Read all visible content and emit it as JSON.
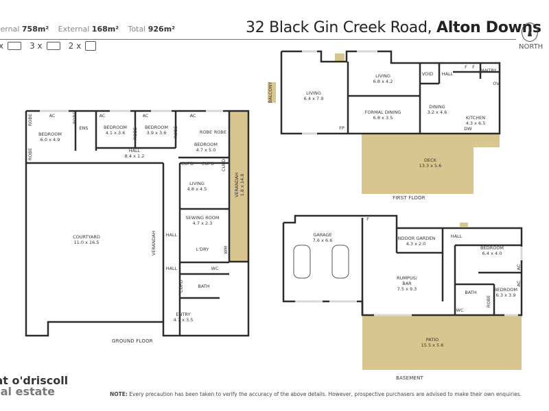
{
  "header": {
    "internal_label": "Internal",
    "internal_value": "758m²",
    "external_label": "External",
    "external_value": "168m²",
    "total_label": "Total",
    "total_value": "926m²",
    "address": "32 Black Gin Creek Road,",
    "suburb": "Alton Downs",
    "bedrooms": "x",
    "bathrooms": "3 x",
    "car_spaces": "2 x",
    "compass_label": "NORTH"
  },
  "floors": [
    {
      "name": "GROUND FLOOR",
      "labels": [
        {
          "t": "BEDROOM",
          "d": "6.0 x 4.9"
        },
        {
          "t": "ENS"
        },
        {
          "t": "BEDROOM",
          "d": "4.1 x 3.6"
        },
        {
          "t": "BEDROOM",
          "d": "3.9 x 3.6"
        },
        {
          "t": "BEDROOM",
          "d": "4.7 x 5.0"
        },
        {
          "t": "HALL",
          "d": "8.4 x 1.2"
        },
        {
          "t": "AC"
        },
        {
          "t": "AC"
        },
        {
          "t": "AC"
        },
        {
          "t": "AC"
        },
        {
          "t": "ROBE"
        },
        {
          "t": "ROBE"
        },
        {
          "t": "ROBE"
        },
        {
          "t": "ROBE"
        },
        {
          "t": "ROBE"
        },
        {
          "t": "ROBE"
        },
        {
          "t": "ROBE"
        },
        {
          "t": "CUPD"
        },
        {
          "t": "CUPD"
        },
        {
          "t": "CUPD"
        },
        {
          "t": "LIVING",
          "d": "4.8 x 4.5"
        },
        {
          "t": "VERANDAH",
          "d": "1.8 x 14.8"
        },
        {
          "t": "COURTYARD",
          "d": "11.0 x 16.5"
        },
        {
          "t": "VERANDAH"
        },
        {
          "t": "SEWING ROOM",
          "d": "4.7 x 2.3"
        },
        {
          "t": "HALL"
        },
        {
          "t": "L'DRY"
        },
        {
          "t": "WM"
        },
        {
          "t": "HALL"
        },
        {
          "t": "WC"
        },
        {
          "t": "CUPD"
        },
        {
          "t": "BATH"
        },
        {
          "t": "ENTRY",
          "d": "4.7 x 3.5"
        }
      ]
    },
    {
      "name": "FIRST FLOOR",
      "labels": [
        {
          "t": "LIVING",
          "d": "6.4 x 7.9"
        },
        {
          "t": "LIVING",
          "d": "6.8 x 4.2"
        },
        {
          "t": "VOID"
        },
        {
          "t": "HALL"
        },
        {
          "t": "F"
        },
        {
          "t": "F"
        },
        {
          "t": "PANTRY"
        },
        {
          "t": "OV"
        },
        {
          "t": "FORMAL DINING",
          "d": "6.8 x 3.5"
        },
        {
          "t": "FP"
        },
        {
          "t": "DINING",
          "d": "3.2 x 4.6"
        },
        {
          "t": "KITCHEN",
          "d": "4.3 x 6.5"
        },
        {
          "t": "DW"
        },
        {
          "t": "DECK",
          "d": "13.3 x 5.6"
        },
        {
          "t": "BALCONY"
        }
      ]
    },
    {
      "name": "BASEMENT",
      "labels": [
        {
          "t": "GARAGE",
          "d": "7.6 x 6.6"
        },
        {
          "t": "INDOOR GARDEN",
          "d": "4.3 x 2.0"
        },
        {
          "t": "HALL"
        },
        {
          "t": "BEDROOM",
          "d": "6.4 x 4.0"
        },
        {
          "t": "AC"
        },
        {
          "t": "AC"
        },
        {
          "t": "RUMPUS/\nBAR",
          "d": "7.5 x 9.3"
        },
        {
          "t": "BATH"
        },
        {
          "t": "ROBE"
        },
        {
          "t": "BEDROOM",
          "d": "6.3 x 3.9"
        },
        {
          "t": "WC"
        },
        {
          "t": "F"
        },
        {
          "t": "PATIO",
          "d": "15.5 x 5.6"
        }
      ]
    }
  ],
  "colors": {
    "wall": "#2b2b2b",
    "outdoor": "#d9c58f",
    "window": "#e6e6e6"
  },
  "footer": {
    "logo_line1": "pat o'driscoll",
    "logo_line2": "real estate",
    "note_label": "NOTE:",
    "note_text": " Every precaution has been taken to verify the accuracy of the above details. However, prospective purchasers are advised to make their own enquiries."
  }
}
